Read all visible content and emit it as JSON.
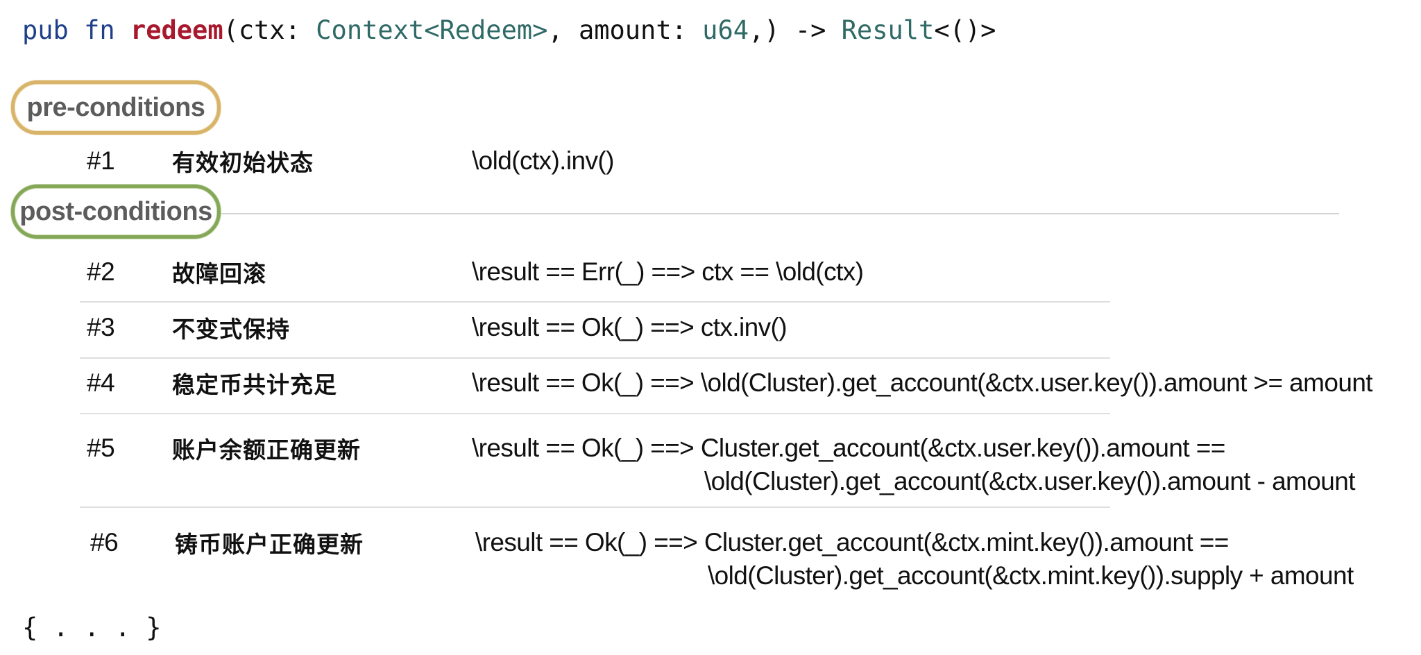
{
  "signature": {
    "kw_pub": "pub",
    "kw_fn": "fn",
    "fn_name": "redeem",
    "open_paren": "(ctx: ",
    "ctx_type": "Context<Redeem>",
    "mid": ", amount: ",
    "amount_type": "u64",
    "arrow": ",) -> ",
    "ret_type": "Result",
    "ret_tail": "<()>"
  },
  "sections": {
    "pre_label": "pre-conditions",
    "post_label": "post-conditions"
  },
  "pre_conditions": [
    {
      "id": "#1",
      "label": "有效初始状态",
      "formula": "\\old(ctx).inv()",
      "formula_cont": ""
    }
  ],
  "post_conditions": [
    {
      "id": "#2",
      "label": "故障回滚",
      "formula": "\\result == Err(_) ==> ctx == \\old(ctx)",
      "formula_cont": ""
    },
    {
      "id": "#3",
      "label": "不变式保持",
      "formula": "\\result == Ok(_) ==> ctx.inv()",
      "formula_cont": ""
    },
    {
      "id": "#4",
      "label": "稳定币共计充足",
      "formula": "\\result == Ok(_) ==> \\old(Cluster).get_account(&ctx.user.key()).amount >= amount",
      "formula_cont": ""
    },
    {
      "id": "#5",
      "label": "账户余额正确更新",
      "formula": "\\result == Ok(_) ==> Cluster.get_account(&ctx.user.key()).amount ==",
      "formula_cont": "\\old(Cluster).get_account(&ctx.user.key()).amount - amount"
    },
    {
      "id": "#6",
      "label": "铸币账户正确更新",
      "formula": "\\result == Ok(_) ==> Cluster.get_account(&ctx.mint.key()).amount ==",
      "formula_cont": "\\old(Cluster).get_account(&ctx.mint.key()).supply + amount"
    }
  ],
  "body_ellipsis": "{ . . . }",
  "colors": {
    "keyword": "#1f3f8a",
    "function_name": "#a8192e",
    "type": "#2f6a66",
    "pre_border": "#d8b46a",
    "post_border": "#85a758"
  }
}
